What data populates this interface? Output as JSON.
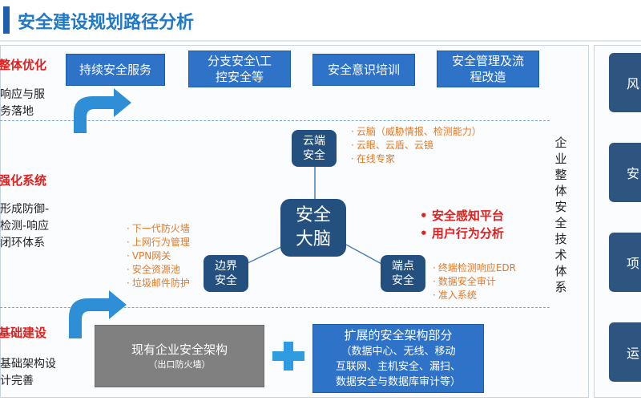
{
  "title": "安全建设规划路径分析",
  "left_labels": [
    {
      "heading": "整体优化",
      "lines": [
        "响应与服",
        "务落地"
      ]
    },
    {
      "heading": "强化系统",
      "lines": [
        "形成防御-",
        "检测-响应",
        "闭环体系"
      ]
    },
    {
      "heading": "基础建设",
      "lines": [
        "基础架构设",
        "计完善"
      ]
    }
  ],
  "top_boxes": [
    {
      "lines": [
        "持续安全服务"
      ]
    },
    {
      "lines": [
        "分支安全\\工",
        "控安全等"
      ]
    },
    {
      "lines": [
        "安全意识培训"
      ]
    },
    {
      "lines": [
        "安全管理及流",
        "程改造"
      ]
    }
  ],
  "brain": {
    "line1": "安全",
    "line2": "大脑"
  },
  "cloud": {
    "line1": "云端",
    "line2": "安全",
    "bullets": [
      "云脑（威胁情报、检测能力）",
      "云眼、云盾、云镜",
      "在线专家"
    ]
  },
  "border": {
    "line1": "边界",
    "line2": "安全",
    "bullets": [
      "下一代防火墙",
      "上网行为管理",
      "VPN网关",
      "安全资源池",
      "垃圾邮件防护"
    ]
  },
  "endpoint": {
    "line1": "端点",
    "line2": "安全",
    "bullets": [
      "终端检测响应EDR",
      "数据安全审计",
      "准入系统"
    ]
  },
  "platform_bullets": [
    "安全感知平台",
    "用户行为分析"
  ],
  "vertical_label": [
    "企",
    "业",
    "整",
    "体",
    "安",
    "全",
    "技",
    "术",
    "体",
    "系"
  ],
  "existing": {
    "main": "现有企业安全架构",
    "sub": "（出口防火墙）"
  },
  "extended": {
    "lines": [
      "扩展的安全架构部分",
      "（数据中心、无线、移动",
      "互联网、主机安全、漏扫、",
      "数据安全与数据库审计等）"
    ]
  },
  "right_items": [
    "风",
    "安",
    "项",
    "运"
  ],
  "colors": {
    "accent": "#1f78c8",
    "box": "#2f73c9",
    "dark": "#24507f",
    "red": "#e0201e",
    "orange": "#e07a2a",
    "arrow": "#2f8fd6"
  }
}
